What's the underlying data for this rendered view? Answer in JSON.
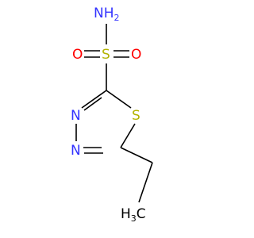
{
  "molecule": {
    "atoms": {
      "amine": {
        "label": "NH",
        "subscript": "2",
        "color": "#3333ff"
      },
      "sulfonyl_sulfur": {
        "label": "S",
        "color": "#b3b300"
      },
      "oxygen_left": {
        "label": "O",
        "color": "#ff0000"
      },
      "oxygen_right": {
        "label": "O",
        "color": "#ff0000"
      },
      "ring_nitrogen_upper": {
        "label": "N",
        "color": "#3333ff"
      },
      "ring_nitrogen_lower": {
        "label": "N",
        "color": "#3333ff"
      },
      "ring_sulfur": {
        "label": "S",
        "color": "#b3b300"
      },
      "methyl": {
        "label": "H",
        "subscript": "3",
        "suffix": "C",
        "color": "#000000"
      }
    }
  }
}
